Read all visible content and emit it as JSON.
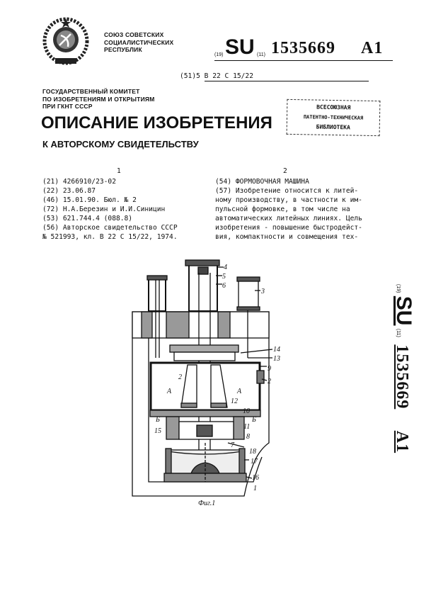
{
  "header": {
    "org_lines": [
      "СОЮЗ СОВЕТСКИХ",
      "СОЦИАЛИСТИЧЕСКИХ",
      "РЕСПУБЛИК"
    ],
    "code19": "(19)",
    "country": "SU",
    "code11": "(11)",
    "patent_number": "1535669",
    "kind": "A1",
    "ipc_code": "(51)5",
    "ipc_class": "B 22 C 15/22"
  },
  "committee": {
    "lines": [
      "ГОСУДАРСТВЕННЫЙ КОМИТЕТ",
      "ПО ИЗОБРЕТЕНИЯМ И ОТКРЫТИЯМ",
      "ПРИ ГКНТ СССР"
    ],
    "title": "ОПИСАНИЕ ИЗОБРЕТЕНИЯ",
    "subtitle": "К АВТОРСКОМУ СВИДЕТЕЛЬСТВУ"
  },
  "stamp": {
    "lines": [
      "ВСЕСОЮЗНАЯ",
      "ПАТЕНТНО-ТЕХНИЧЕСКАЯ",
      "БИБЛИОТЕКА"
    ]
  },
  "columns": {
    "left_number": "1",
    "right_number": "2",
    "left": [
      "(21) 4266910/23-02",
      "(22) 23.06.87",
      "(46) 15.01.90. Бюл. № 2",
      "(72) Н.А.Березин и И.И.Синицин",
      "(53) 621.744.4 (088.8)",
      "(56) Авторское свидетельство СССР",
      "№ 521993, кл. B 22 C 15/22, 1974."
    ],
    "right": [
      "(54) ФОРМОВОЧНАЯ МАШИНА",
      "(57) Изобретение относится к литей-",
      "ному производству, в частности к им-",
      "пульсной формовке, в том числе на",
      "автоматических литейных линиях. Цель",
      "изобретения - повышение быстродейст-",
      "вия, компактности и совмещения тех-"
    ]
  },
  "figure": {
    "caption": "Фиг.1",
    "labels": {
      "l1": "1",
      "l2": "2",
      "l3": "3",
      "l4": "4",
      "l5": "5",
      "l6": "6",
      "l7": "7",
      "l8": "8",
      "l9": "9",
      "l10": "10",
      "l11": "11",
      "l12": "12",
      "l13": "13",
      "l14": "14",
      "l15": "15",
      "l16": "16",
      "l17": "17",
      "l18": "18",
      "sectionA": "А",
      "sectionB": "Б"
    }
  },
  "side": {
    "code19": "(19)",
    "country": "SU",
    "code11": "(11)",
    "patent_number": "1535669",
    "kind": "A1"
  }
}
